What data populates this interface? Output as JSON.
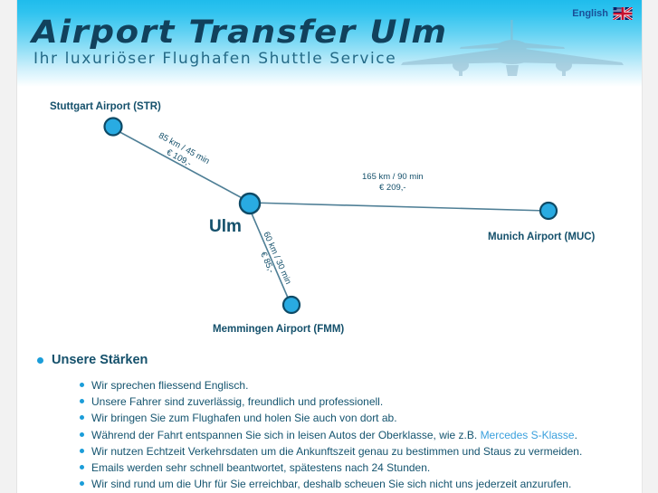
{
  "header": {
    "logo_title": "Airport Transfer Ulm",
    "logo_subtitle": "Ihr luxuriöser Flughafen Shuttle Service",
    "language_label": "English",
    "language_flag_icon": "uk-flag-icon",
    "plane_icon": "airplane-silhouette-icon",
    "gradient_from": "#1fbcec",
    "gradient_to": "#ffffff"
  },
  "map": {
    "center": {
      "label": "Ulm"
    },
    "airports": [
      {
        "label": "Stuttgart Airport (STR)",
        "code": "STR"
      },
      {
        "label": "Munich Airport (MUC)",
        "code": "MUC"
      },
      {
        "label": "Memmingen Airport (FMM)",
        "code": "FMM"
      }
    ],
    "routes": [
      {
        "to": "STR",
        "distance_time": "85 km / 45 min",
        "price": "€ 109,-"
      },
      {
        "to": "MUC",
        "distance_time": "165 km / 90 min",
        "price": "€ 209,-"
      },
      {
        "to": "FMM",
        "distance_time": "60 km / 30 min",
        "price": "€ 85,-"
      }
    ],
    "node_color": "#29ABE2",
    "node_border_color": "#0e4a66",
    "line_color": "#4f7f96",
    "text_color": "#14506b"
  },
  "content": {
    "section_title": "Unsere Stärken",
    "bullets": [
      {
        "text": "Wir sprechen fliessend Englisch."
      },
      {
        "text": "Unsere Fahrer sind zuverlässig, freundlich und professionell."
      },
      {
        "text": "Wir bringen Sie zum Flughafen und holen Sie auch von dort ab."
      },
      {
        "text_before": "Während der Fahrt entspannen Sie sich in leisen Autos der Oberklasse, wie z.B. ",
        "link_text": "Mercedes S-Klasse",
        "text_after": "."
      },
      {
        "text": "Wir nutzen Echtzeit Verkehrsdaten um die Ankunftszeit genau zu bestimmen und Staus zu vermeiden."
      },
      {
        "text": "Emails werden sehr schnell beantwortet, spätestens nach 24 Stunden."
      },
      {
        "text": "Wir sind rund um die Uhr für Sie erreichbar, deshalb scheuen Sie sich nicht uns jederzeit anzurufen."
      }
    ],
    "bullet_color": "#1b9dd9",
    "link_color": "#3aa0dd"
  }
}
